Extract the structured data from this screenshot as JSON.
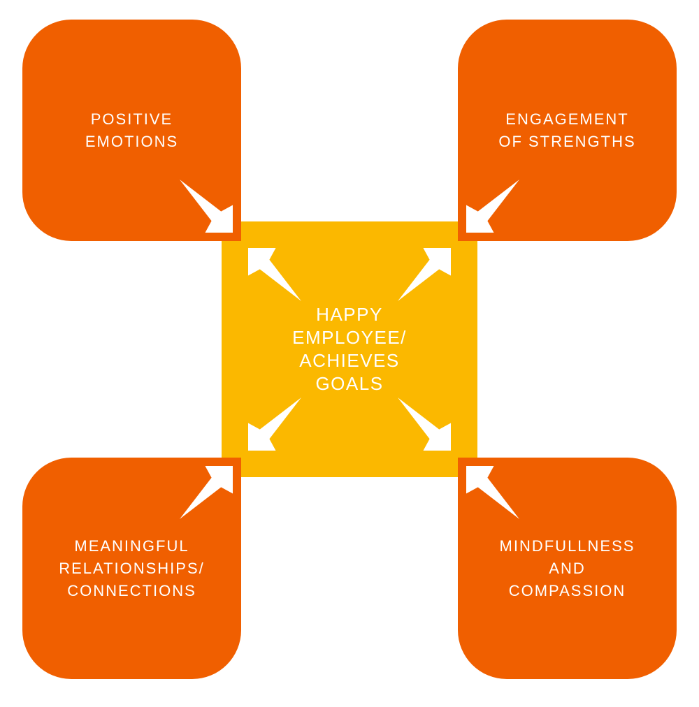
{
  "colors": {
    "box_orange": "#F05F00",
    "center_yellow": "#FBB800",
    "arrow_white": "#FFFFFF",
    "text_white": "#FFFFFF"
  },
  "center": {
    "label": "HAPPY\nEMPLOYEE/\nACHIEVES\nGOALS"
  },
  "boxes": {
    "top_left": {
      "label": "POSITIVE\nEMOTIONS"
    },
    "top_right": {
      "label": "ENGAGEMENT\nOF STRENGTHS"
    },
    "bottom_left": {
      "label": "MEANINGFUL\nRELATIONSHIPS/\nCONNECTIONS"
    },
    "bottom_right": {
      "label": "MINDFULLNESS\nAND\nCOMPASSION"
    }
  },
  "icons": {
    "center_top_left": "arrow-pointing-up-left",
    "center_top_right": "arrow-pointing-up-right",
    "center_bottom_left": "arrow-pointing-down-left",
    "center_bottom_right": "arrow-pointing-down-right",
    "node_top_left": "arrow-pointing-down-right-to-center",
    "node_top_right": "arrow-pointing-down-left-to-center",
    "node_bottom_left": "arrow-pointing-up-right-to-center",
    "node_bottom_right": "arrow-pointing-up-left-to-center"
  }
}
